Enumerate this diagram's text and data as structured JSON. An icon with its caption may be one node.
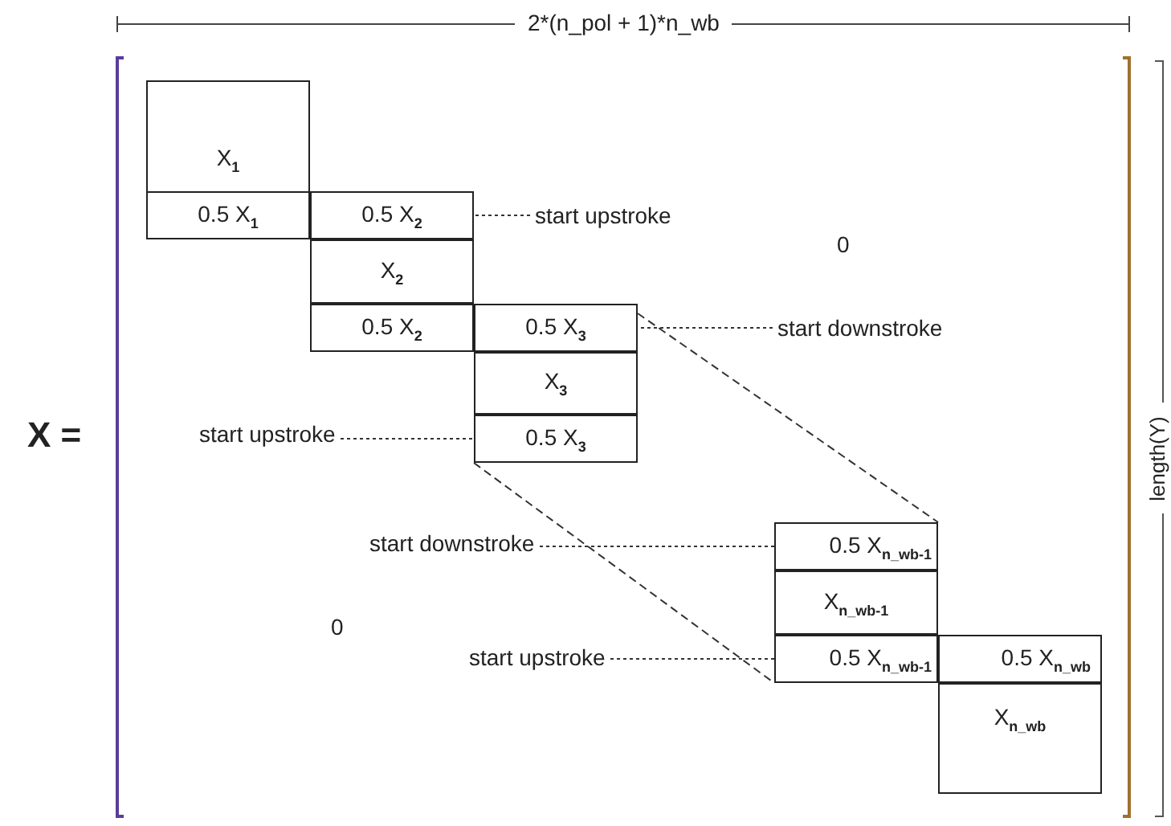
{
  "diagram": {
    "nodes": [
      {
        "text": [
          "X$_{1}$"
        ]
      },
      {
        "text": [
          "0.5 X$_{1}$"
        ]
      },
      {
        "text": [
          "0.5 X$_{2}$"
        ]
      },
      {
        "text": [
          "X$_{2}$"
        ]
      },
      {
        "text": [
          "0.5 X$_{2}$"
        ]
      },
      {
        "text": [
          "0.5 X$_{3}$"
        ]
      },
      {
        "text": [
          "X$_{3}$"
        ]
      },
      {
        "text": [
          "0.5 X$_{3}$"
        ]
      },
      {
        "text": [
          "0.5 X$_{n_wb-1}$"
        ]
      },
      {
        "text": [
          "X$_{n_wb-1}$"
        ]
      },
      {
        "text": [
          "0.5 X$_{n_wb-1}$"
        ]
      },
      {
        "text": [
          "0.5 X$_{n_wb}$"
        ]
      },
      {
        "text": [
          "X$_{n_wb}$"
        ]
      },
      {
        "text": [
          "start upstroke"
        ]
      },
      {
        "text": [
          "start downstroke"
        ]
      },
      {
        "text": [
          "start upstroke"
        ]
      },
      {
        "text": [
          "start downstroke"
        ]
      },
      {
        "text": [
          "start upstroke"
        ]
      }
    ],
    "edges": [
      {
        "from": 13,
        "to": 2,
        "arrow": "none",
        "style": "dashed"
      },
      {
        "from": 14,
        "to": 5,
        "arrow": "none",
        "style": "dashed"
      },
      {
        "from": 15,
        "to": 7,
        "arrow": "none",
        "style": "dashed"
      },
      {
        "from": 16,
        "to": 8,
        "arrow": "none",
        "style": "dashed"
      },
      {
        "from": 17,
        "to": 10,
        "arrow": "none",
        "style": "dashed"
      },
      {
        "from": 5,
        "to": 8,
        "arrow": "none",
        "style": "dashed"
      },
      {
        "from": 7,
        "to": 10,
        "arrow": "none",
        "style": "dashed"
      }
    ],
    "labels": [
      "2*(n_pol + 1)*n_wb",
      "X =",
      "0",
      "0",
      "length(Y)"
    ]
  }
}
